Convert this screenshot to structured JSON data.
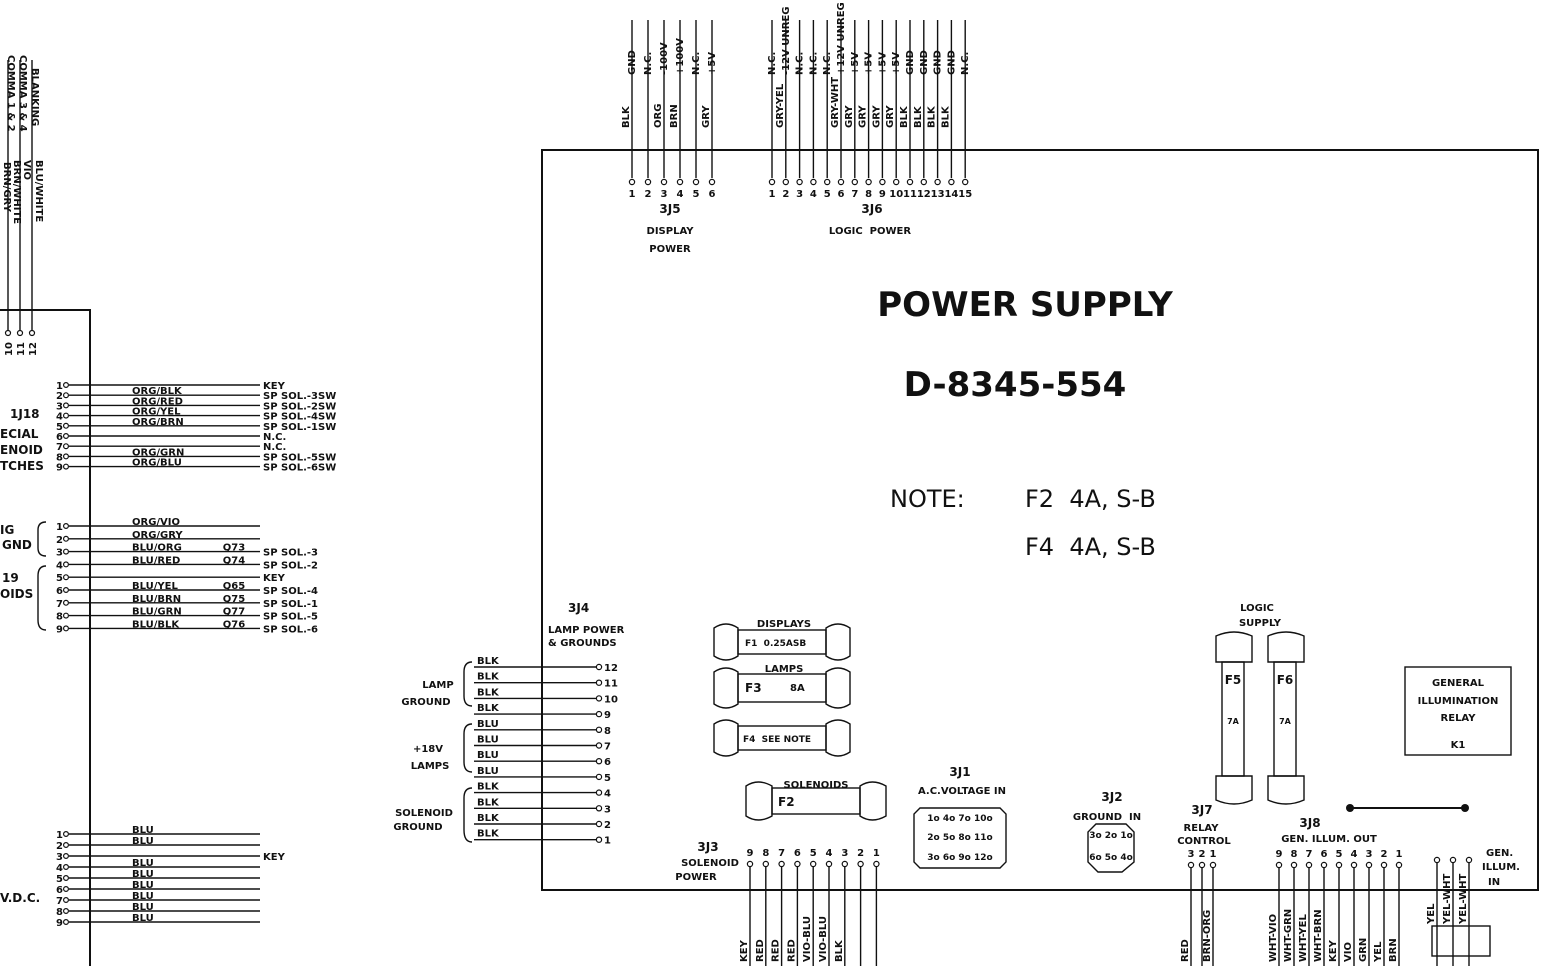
{
  "title": "POWER SUPPLY",
  "part_number": "D-8345-554",
  "note": {
    "label": "NOTE:",
    "lines": [
      "F2  4A, S-B",
      "F4  4A, S-B"
    ]
  },
  "j5": {
    "name": "3J5",
    "caption_1": "DISPLAY",
    "caption_2": "POWER",
    "pins": [
      "1",
      "2",
      "3",
      "4",
      "5",
      "6"
    ],
    "signals": [
      "GND",
      "N.C.",
      "-100V",
      "+100V",
      "N.C.",
      "+5V"
    ],
    "wires": [
      "BLK",
      "",
      "ORG",
      "BRN",
      "",
      "GRY"
    ]
  },
  "j6": {
    "name": "3J6",
    "caption": "LOGIC  POWER",
    "pins": [
      "1",
      "2",
      "3",
      "4",
      "5",
      "6",
      "7",
      "8",
      "9",
      "10",
      "11",
      "12",
      "13",
      "14",
      "15"
    ],
    "signals": [
      "N.C.",
      "-12V UNREG",
      "N.C.",
      "N.C.",
      "N.C.",
      "+12V UNREG",
      "+5V",
      "+5V",
      "+5V",
      "+5V",
      "GND",
      "GND",
      "GND",
      "GND",
      "N.C."
    ],
    "wires": [
      "",
      "GRY-YEL",
      "",
      "",
      "",
      "GRY-WHT",
      "GRY",
      "GRY",
      "GRY",
      "GRY",
      "BLK",
      "BLK",
      "BLK",
      "BLK",
      ""
    ]
  },
  "j4": {
    "name": "3J4",
    "caption_1": "LAMP POWER",
    "caption_2": "& GROUNDS",
    "groups": [
      "LAMP",
      "GROUND",
      "+18V",
      "LAMPS",
      "SOLENOID",
      "GROUND"
    ],
    "rows": [
      {
        "pin": "12",
        "wire": "BLK"
      },
      {
        "pin": "11",
        "wire": "BLK"
      },
      {
        "pin": "10",
        "wire": "BLK"
      },
      {
        "pin": "9",
        "wire": "BLK"
      },
      {
        "pin": "8",
        "wire": "BLU"
      },
      {
        "pin": "7",
        "wire": "BLU"
      },
      {
        "pin": "6",
        "wire": "BLU"
      },
      {
        "pin": "5",
        "wire": "BLU"
      },
      {
        "pin": "4",
        "wire": "BLK"
      },
      {
        "pin": "3",
        "wire": "BLK"
      },
      {
        "pin": "2",
        "wire": "BLK"
      },
      {
        "pin": "1",
        "wire": "BLK"
      }
    ]
  },
  "fuses": {
    "displays": "DISPLAYS",
    "f1": "F1  0.25ASB",
    "lamps": "LAMPS",
    "f3": "F3",
    "f3_rating": "8A",
    "f4": "F4  SEE NOTE",
    "solenoids": "SOLENOIDS",
    "f2": "F2",
    "logic_1": "LOGIC",
    "logic_2": "SUPPLY",
    "f5": "F5",
    "f6": "F6",
    "f5_rating": "7A",
    "f6_rating": "7A"
  },
  "relay": {
    "line1": "GENERAL",
    "line2": "ILLUMINATION",
    "line3": "RELAY",
    "ref": "K1"
  },
  "j1": {
    "name": "3J1",
    "caption": "A.C.VOLTAGE IN",
    "row1": "1o 4o 7o 10o",
    "row2": "2o 5o 8o 11o",
    "row3": "3o 6o 9o 12o"
  },
  "j2": {
    "name": "3J2",
    "caption": "GROUND  IN",
    "row1": "3o 2o 1o",
    "row2": "6o 5o 4o"
  },
  "j3": {
    "name": "3J3",
    "caption_1": "SOLENOID",
    "caption_2": "POWER",
    "pins": [
      "9",
      "8",
      "7",
      "6",
      "5",
      "4",
      "3",
      "2",
      "1"
    ],
    "wires": [
      "KEY",
      "RED",
      "RED",
      "RED",
      "VIO-BLU",
      "VIO-BLU",
      "BLK",
      "",
      ""
    ]
  },
  "j7": {
    "name": "3J7",
    "caption_1": "RELAY",
    "caption_2": "CONTROL",
    "pins": [
      "3",
      "2",
      "1"
    ],
    "wires": [
      "RED",
      "",
      "BRN-ORG"
    ]
  },
  "j8": {
    "name": "3J8",
    "caption": "GEN. ILLUM. OUT",
    "pins": [
      "9",
      "8",
      "7",
      "6",
      "5",
      "4",
      "3",
      "2",
      "1"
    ],
    "wires": [
      "WHT-VIO",
      "WHT-GRN",
      "WHT-YEL",
      "WHT-BRN",
      "KEY",
      "VIO",
      "GRN",
      "YEL",
      "BRN"
    ]
  },
  "gen_illum_in": {
    "line1": "GEN.",
    "line2": "ILLUM.",
    "line3": "IN",
    "wires": [
      "YEL",
      "YEL-WHT",
      "YEL-WHT"
    ]
  },
  "left_top": {
    "signals": [
      "BLANKING",
      "COMMA 3 & 4",
      "COMMA 1 & 2"
    ],
    "wires": [
      "BLU/WHITE",
      "VIO",
      "BRN/WHITE",
      "BRN/GRY"
    ],
    "pins": [
      "10",
      "11",
      "12"
    ]
  },
  "j18": {
    "name": "1J18",
    "caption_1": "ECIAL",
    "caption_2": "ENOID",
    "caption_3": "TCHES",
    "rows": [
      {
        "pin": "1",
        "wire": "",
        "label": "KEY"
      },
      {
        "pin": "2",
        "wire": "ORG/BLK",
        "label": "SP SOL.-3SW"
      },
      {
        "pin": "3",
        "wire": "ORG/RED",
        "label": "SP SOL.-2SW"
      },
      {
        "pin": "4",
        "wire": "ORG/YEL",
        "label": "SP SOL.-4SW"
      },
      {
        "pin": "5",
        "wire": "ORG/BRN",
        "label": "SP SOL.-1SW"
      },
      {
        "pin": "6",
        "wire": "",
        "label": "N.C."
      },
      {
        "pin": "7",
        "wire": "",
        "label": "N.C."
      },
      {
        "pin": "8",
        "wire": "ORG/GRN",
        "label": "SP SOL.-5SW"
      },
      {
        "pin": "9",
        "wire": "ORG/BLU",
        "label": "SP SOL.-6SW"
      }
    ]
  },
  "j19": {
    "caption_1": "IG",
    "caption_2": "GND",
    "caption_3": "19",
    "caption_4": "OIDS",
    "rows": [
      {
        "pin": "1",
        "wire": "ORG/VIO",
        "tr": "",
        "label": ""
      },
      {
        "pin": "2",
        "wire": "ORG/GRY",
        "tr": "",
        "label": ""
      },
      {
        "pin": "3",
        "wire": "BLU/ORG",
        "tr": "Q73",
        "label": "SP SOL.-3"
      },
      {
        "pin": "4",
        "wire": "BLU/RED",
        "tr": "Q74",
        "label": "SP SOL.-2"
      },
      {
        "pin": "5",
        "wire": "",
        "tr": "",
        "label": "KEY"
      },
      {
        "pin": "6",
        "wire": "BLU/YEL",
        "tr": "Q65",
        "label": "SP SOL.-4"
      },
      {
        "pin": "7",
        "wire": "BLU/BRN",
        "tr": "Q75",
        "label": "SP SOL.-1"
      },
      {
        "pin": "8",
        "wire": "BLU/GRN",
        "tr": "Q77",
        "label": "SP SOL.-5"
      },
      {
        "pin": "9",
        "wire": "BLU/BLK",
        "tr": "Q76",
        "label": "SP SOL.-6"
      }
    ]
  },
  "j_bottom": {
    "caption": "V.D.C.",
    "rows": [
      {
        "pin": "1",
        "wire": "BLU",
        "label": ""
      },
      {
        "pin": "2",
        "wire": "BLU",
        "label": ""
      },
      {
        "pin": "3",
        "wire": "",
        "label": "KEY"
      },
      {
        "pin": "4",
        "wire": "BLU",
        "label": ""
      },
      {
        "pin": "5",
        "wire": "BLU",
        "label": ""
      },
      {
        "pin": "6",
        "wire": "BLU",
        "label": ""
      },
      {
        "pin": "7",
        "wire": "BLU",
        "label": ""
      },
      {
        "pin": "8",
        "wire": "BLU",
        "label": ""
      },
      {
        "pin": "9",
        "wire": "BLU",
        "label": ""
      }
    ]
  }
}
